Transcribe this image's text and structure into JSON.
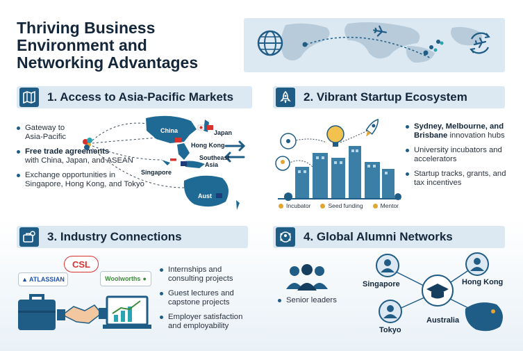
{
  "title": {
    "line1": "Thriving Business",
    "line2": "Environment and",
    "line3": "Networking Advantages"
  },
  "sections": {
    "s1": {
      "title": "1. Access to Asia-Pacific Markets",
      "bullets": {
        "b1": "Gateway to Asia-Pacific",
        "b2_bold": "Free trade agreements",
        "b2_rest": "with China, Japan, and ASEAN",
        "b3": "Exchange opportunities in Singapore, Hong Kong, and Tokyo"
      },
      "map_labels": {
        "china": "China",
        "japan": "Japan",
        "hong_kong": "Hong Kong",
        "southeast_asia_1": "Southeast",
        "southeast_asia_2": "Asia",
        "singapore": "Singapore",
        "australia": "Aust"
      }
    },
    "s2": {
      "title": "2. Vibrant Startup Ecosystem",
      "bullets": {
        "b1_bold": "Sydney, Melbourne, and Brisbane",
        "b1_rest": "innovation hubs",
        "b2": "University incubators and accelerators",
        "b3": "Startup tracks, grants, and tax incentives"
      },
      "legend": [
        "Incubator",
        "Seed funding",
        "Mentor"
      ]
    },
    "s3": {
      "title": "3. Industry Connections",
      "logos": {
        "atlassian": "ATLASSIAN",
        "csl": "CSL",
        "woolworths": "Woolworths"
      },
      "bullets": {
        "b1": "Internships and consulting projects",
        "b2": "Guest lectures and capstone projects",
        "b3": "Employer satisfaction and employability"
      }
    },
    "s4": {
      "title": "4. Global Alumni Networks",
      "senior": "Senior leaders",
      "cities": {
        "singapore": "Singapore",
        "hong_kong": "Hong Kong",
        "tokyo": "Tokyo",
        "australia": "Australia"
      }
    }
  },
  "colors": {
    "navy": "#13263a",
    "accent_blue": "#1f5c86",
    "panel": "#dde9f2",
    "gold": "#e3a532",
    "red": "#d8322e",
    "green": "#3c8a3a"
  }
}
